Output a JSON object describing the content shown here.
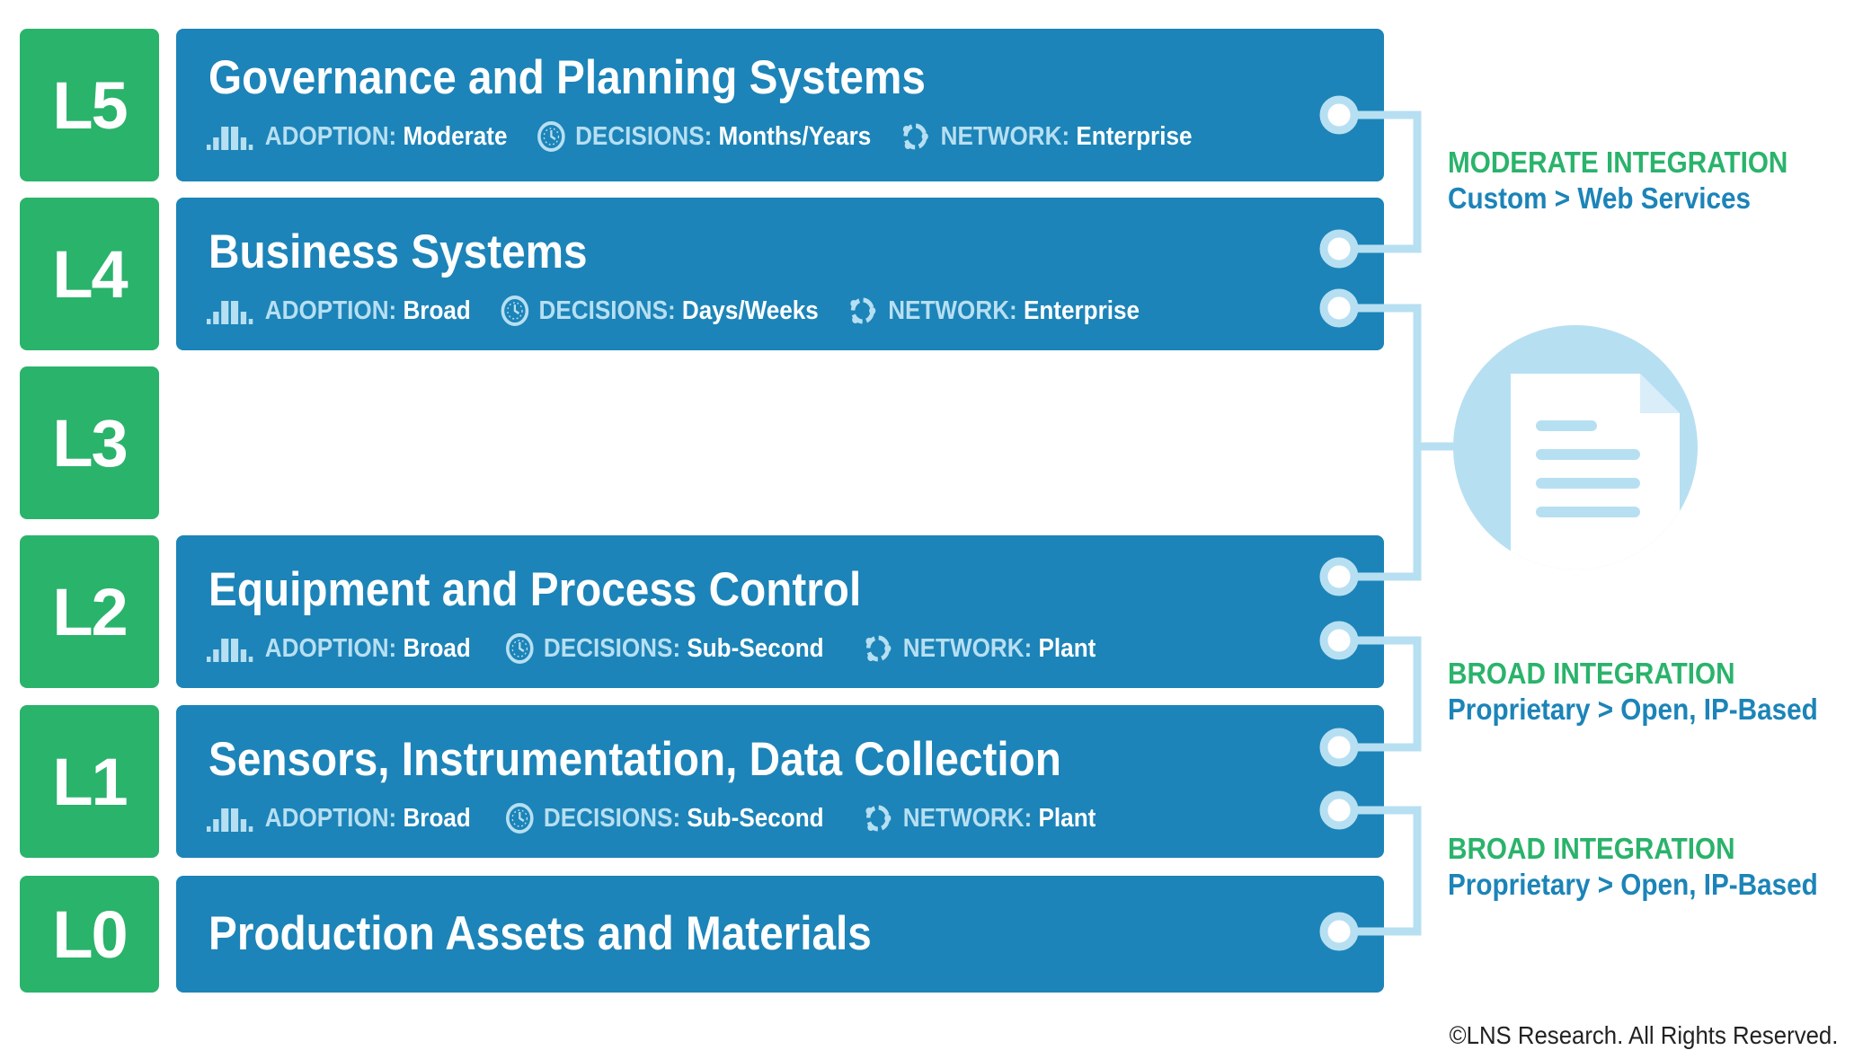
{
  "levels": [
    "L5",
    "L4",
    "L3",
    "L2",
    "L1",
    "L0"
  ],
  "bars": [
    {
      "title": "Governance and Planning Systems",
      "adoption_label": "ADOPTION:",
      "adoption": "Moderate",
      "decisions_label": "DECISIONS:",
      "decisions": "Months/Years",
      "network_label": "NETWORK:",
      "network": "Enterprise"
    },
    {
      "title": "Business Systems",
      "adoption_label": "ADOPTION:",
      "adoption": "Broad",
      "decisions_label": "DECISIONS:",
      "decisions": "Days/Weeks",
      "network_label": "NETWORK:",
      "network": "Enterprise"
    },
    {
      "title": "Equipment and Process Control",
      "adoption_label": "ADOPTION:",
      "adoption": "Broad",
      "decisions_label": "DECISIONS:",
      "decisions": "Sub-Second",
      "network_label": "NETWORK:",
      "network": "Plant"
    },
    {
      "title": "Sensors, Instrumentation, Data Collection",
      "adoption_label": "ADOPTION:",
      "adoption": "Broad",
      "decisions_label": "DECISIONS:",
      "decisions": "Sub-Second",
      "network_label": "NETWORK:",
      "network": "Plant"
    },
    {
      "title": "Production Assets and Materials"
    }
  ],
  "integrations": [
    {
      "heading": "MODERATE INTEGRATION",
      "detail": "Custom > Web Services"
    },
    {
      "heading": "BROAD INTEGRATION",
      "detail": "Proprietary > Open, IP-Based"
    },
    {
      "heading": "BROAD INTEGRATION",
      "detail": "Proprietary > Open, IP-Based"
    }
  ],
  "icons": {
    "adoption": "adoption-bars-icon",
    "decisions": "clock-icon",
    "network": "network-cycle-icon",
    "central": "document-icon"
  },
  "colors": {
    "level_green": "#2ab36b",
    "bar_blue": "#1c84b8",
    "connector_light_blue": "#b7dff2",
    "heading_green": "#2ab36b",
    "detail_blue": "#1c84b8"
  },
  "copyright": "©LNS Research. All Rights Reserved."
}
